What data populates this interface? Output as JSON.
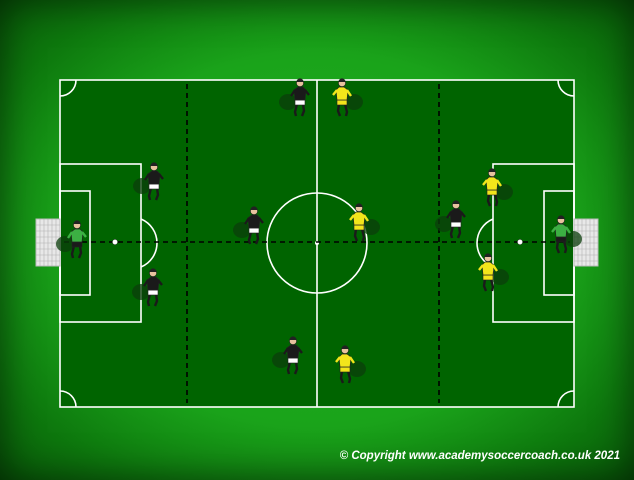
{
  "copyright": "© Copyright www.academysoccercoach.co.uk 2021",
  "colors": {
    "pitch": "#006400",
    "lines": "#ffffff",
    "team_dark": "#1a1a1a",
    "team_yellow": "#f2e51b",
    "keeper_left": "#3cb043",
    "keeper_right": "#3cb043"
  },
  "players": [
    {
      "team": "keeper",
      "name": "left-goalkeeper"
    },
    {
      "team": "dark",
      "name": "dark-defender-top"
    },
    {
      "team": "dark",
      "name": "dark-defender-bottom"
    },
    {
      "team": "dark",
      "name": "dark-midfielder-center"
    },
    {
      "team": "dark",
      "name": "dark-forward-top"
    },
    {
      "team": "dark",
      "name": "dark-forward-bottom"
    },
    {
      "team": "dark",
      "name": "dark-forward-right"
    },
    {
      "team": "yellow",
      "name": "yellow-midfielder-top"
    },
    {
      "team": "yellow",
      "name": "yellow-midfielder-center"
    },
    {
      "team": "yellow",
      "name": "yellow-midfielder-bottom"
    },
    {
      "team": "yellow",
      "name": "yellow-defender-top"
    },
    {
      "team": "yellow",
      "name": "yellow-defender-bottom"
    },
    {
      "team": "keeper",
      "name": "right-goalkeeper"
    }
  ]
}
